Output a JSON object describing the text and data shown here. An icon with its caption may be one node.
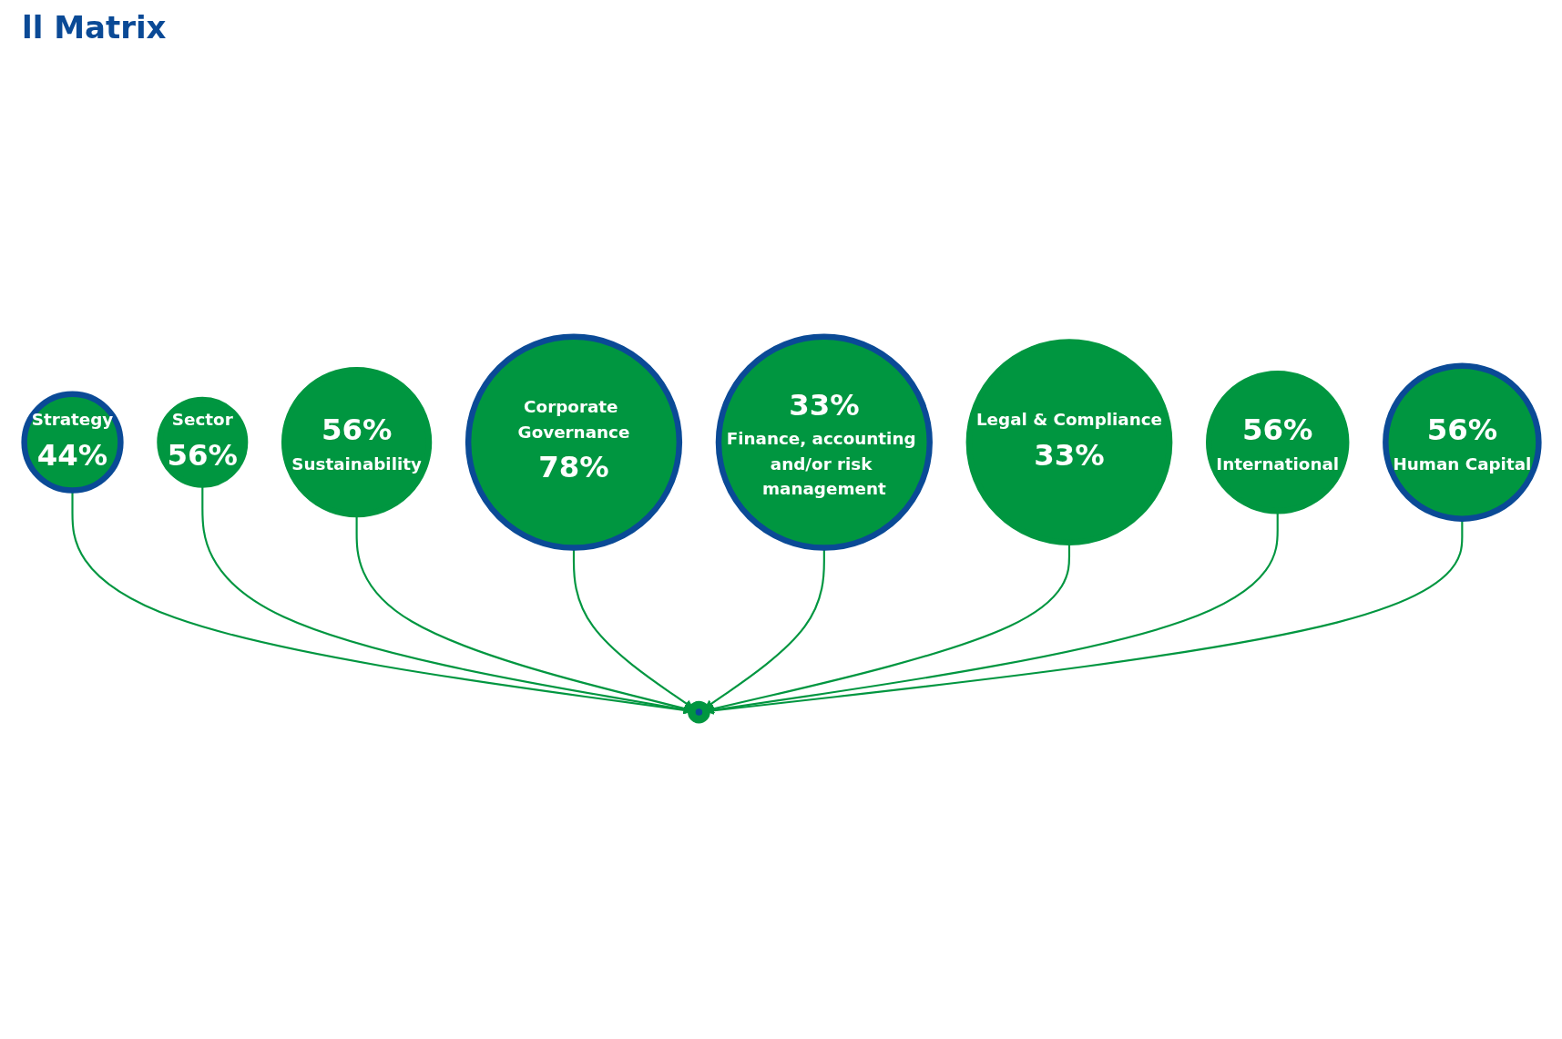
{
  "diagram": {
    "title": "ll Matrix",
    "nodes": [
      {
        "text": [],
        "shape": "circle"
      },
      {
        "text": [
          "Strategy",
          "44%"
        ]
      },
      {
        "text": [
          "Sector",
          "56%"
        ]
      },
      {
        "text": [
          "56%",
          "Sustainability"
        ]
      },
      {
        "text": [
          "Corporate Governance",
          "78%"
        ]
      },
      {
        "text": [
          "33%",
          "Finance, accounting and/or risk management"
        ]
      },
      {
        "text": [
          "Legal & Compliance",
          "33%"
        ]
      },
      {
        "text": [
          "56%",
          "International"
        ]
      },
      {
        "text": [
          "56%",
          "Human Capital"
        ]
      }
    ],
    "edges": [
      {
        "from": 1,
        "to": 0,
        "arrow": "to"
      },
      {
        "from": 2,
        "to": 0,
        "arrow": "to"
      },
      {
        "from": 3,
        "to": 0,
        "arrow": "to"
      },
      {
        "from": 4,
        "to": 0,
        "arrow": "to"
      },
      {
        "from": 5,
        "to": 0,
        "arrow": "to"
      },
      {
        "from": 6,
        "to": 0,
        "arrow": "to"
      },
      {
        "from": 7,
        "to": 0,
        "arrow": "to"
      },
      {
        "from": 8,
        "to": 0,
        "arrow": "to"
      }
    ]
  }
}
